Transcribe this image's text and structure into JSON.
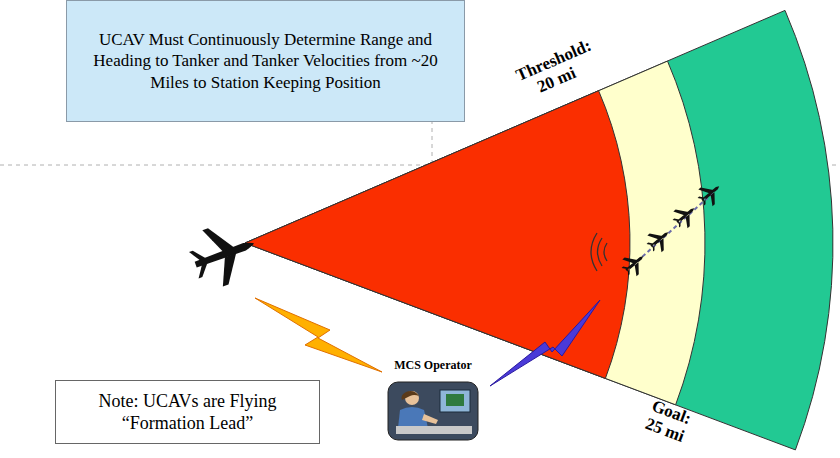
{
  "diagram": {
    "nodes": [
      {
        "text": [
          "UCAV Must Continuously Determine Range and Heading to Tanker and Tanker Velocities from ~20 Miles to Station Keeping Position"
        ]
      },
      {
        "text": [
          "Note: UCAVs are Flying “Formation Lead”"
        ]
      }
    ],
    "labels": [
      "Threshold: 20 mi",
      "Goal: 25 mi",
      "MCS Operator"
    ]
  }
}
